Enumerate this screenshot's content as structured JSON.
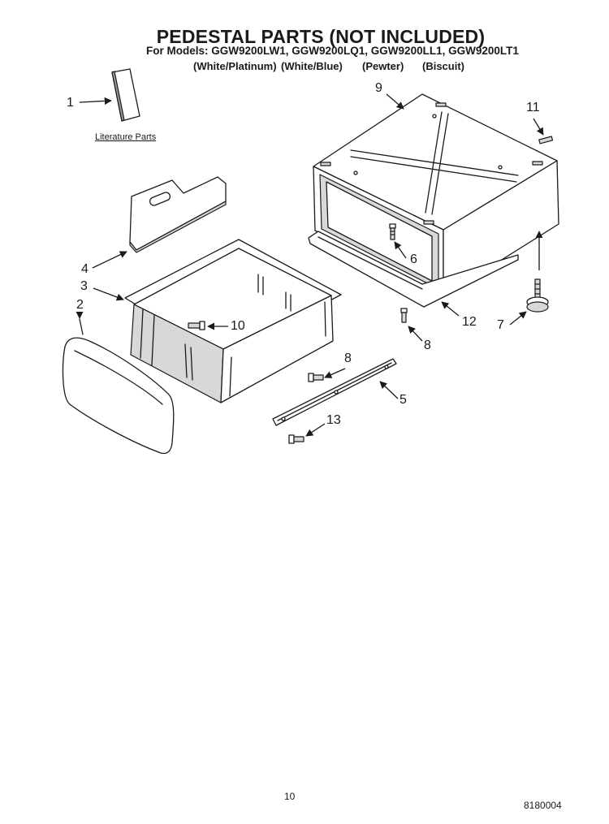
{
  "header": {
    "title": "PEDESTAL PARTS (NOT INCLUDED)",
    "models_line": "For Models: GGW9200LW1, GGW9200LQ1, GGW9200LL1, GGW9200LT1",
    "variants": [
      "(White/Platinum)",
      "(White/Blue)",
      "(Pewter)",
      "(Biscuit)"
    ]
  },
  "diagram": {
    "literature_label": "Literature Parts",
    "callouts": {
      "c1": "1",
      "c2": "2",
      "c3": "3",
      "c4": "4",
      "c5": "5",
      "c6": "6",
      "c7": "7",
      "c8a": "8",
      "c8b": "8",
      "c9": "9",
      "c10": "10",
      "c11": "11",
      "c12": "12",
      "c13": "13"
    }
  },
  "footer": {
    "page_number": "10",
    "doc_number": "8180004"
  }
}
